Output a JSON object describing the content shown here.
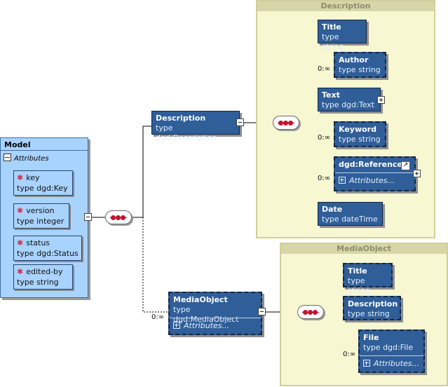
{
  "model": {
    "title": "Model",
    "attributes_label": "Attributes",
    "attributes": [
      {
        "name": "key",
        "type": "type dgd:Key"
      },
      {
        "name": "version",
        "type": "type integer"
      },
      {
        "name": "status",
        "type": "type dgd:Status"
      },
      {
        "name": "edited-by",
        "type": "type string"
      }
    ]
  },
  "description": {
    "name": "Description",
    "type": "type dgd:Description",
    "panel_title": "Description",
    "children": [
      {
        "name": "Title",
        "type": "type string",
        "occurs": ""
      },
      {
        "name": "Author",
        "type": "type string",
        "occurs": "0:∞"
      },
      {
        "name": "Text",
        "type": "type dgd:Text",
        "occurs": ""
      },
      {
        "name": "Keyword",
        "type": "type string",
        "occurs": "0:∞"
      },
      {
        "name": "dgd:Reference",
        "attributes_label": "Attributes...",
        "occurs": "0:∞"
      },
      {
        "name": "Date",
        "type": "type dateTime",
        "occurs": ""
      }
    ]
  },
  "media_object": {
    "name": "MediaObject",
    "type": "type dgd:MediaObject",
    "attributes_label": "Attributes...",
    "occurs": "0:∞",
    "panel_title": "MediaObject",
    "children": [
      {
        "name": "Title",
        "type": "type string",
        "occurs": ""
      },
      {
        "name": "Description",
        "type": "type string",
        "occurs": ""
      },
      {
        "name": "File",
        "type": "type dgd:File",
        "attributes_label": "Attributes...",
        "occurs": "0:∞"
      }
    ]
  },
  "colors": {
    "element_fill": "#2f5e99",
    "model_fill": "#a9d3ff",
    "panel_fill": "#f7f7d2",
    "sequence_dots": "#c8102e"
  }
}
